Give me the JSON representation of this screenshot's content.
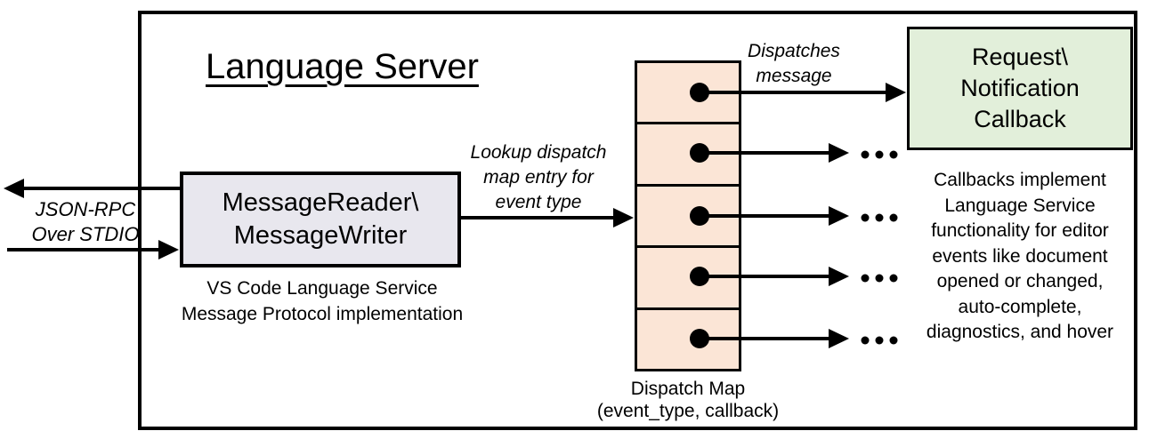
{
  "diagram": {
    "title": "Language Server",
    "io_label": [
      "JSON-RPC",
      "Over STDIO"
    ],
    "reader_box": [
      "MessageReader\\",
      "MessageWriter"
    ],
    "reader_caption": [
      "VS Code Language Service",
      "Message Protocol implementation"
    ],
    "lookup_label": [
      "Lookup dispatch",
      "map entry for",
      "event type"
    ],
    "dispatches_label": [
      "Dispatches",
      "message"
    ],
    "callback_box": [
      "Request\\",
      "Notification",
      "Callback"
    ],
    "map_caption": [
      "Dispatch Map",
      "(event_type, callback)"
    ],
    "callbacks_note": [
      "Callbacks implement",
      "Language Service",
      "functionality for editor",
      "events like document",
      "opened or changed,",
      "auto-complete,",
      "diagnostics, and hover"
    ],
    "colors": {
      "reader_fill": "#E8E7EE",
      "map_fill": "#FBE5D6",
      "callback_fill": "#E2EFDA",
      "line": "#000000"
    }
  }
}
